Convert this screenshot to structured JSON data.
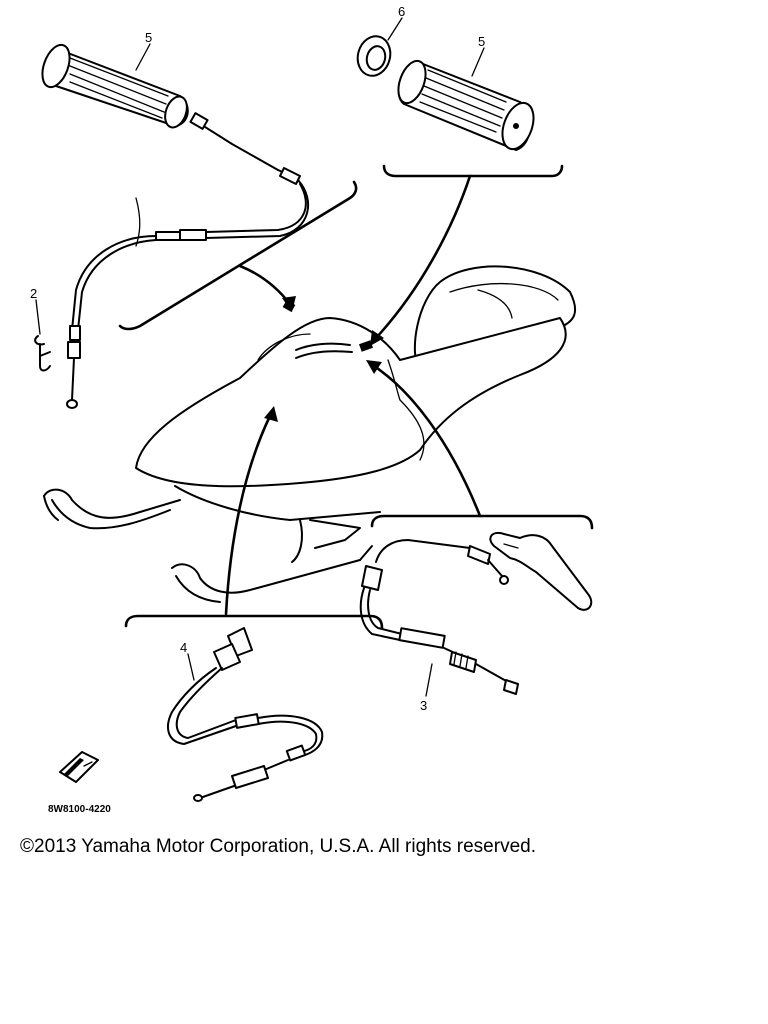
{
  "callouts": {
    "grip_left": "5",
    "grip_right": "5",
    "collar": "6",
    "clip": "2",
    "brake_cable": "3",
    "speedo_cable": "4"
  },
  "figure_code": "8W8100-4220",
  "copyright": "©2013 Yamaha Motor Corporation, U.S.A. All rights reserved."
}
